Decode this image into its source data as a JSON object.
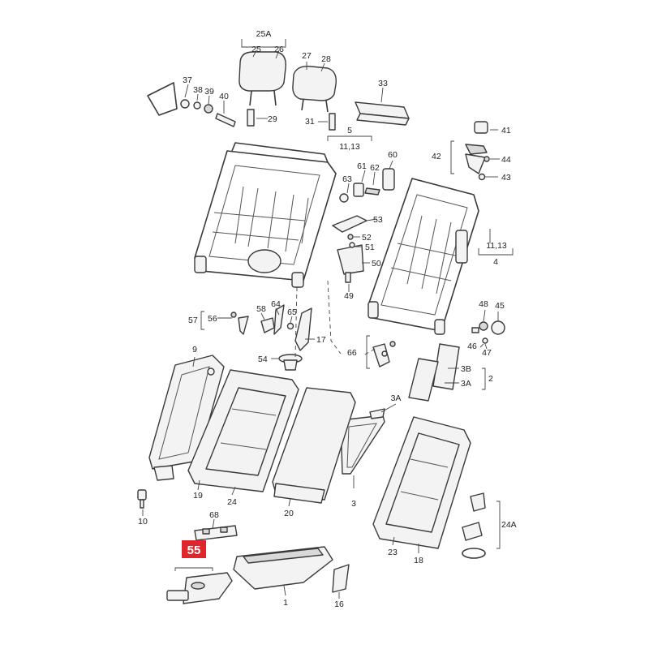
{
  "highlight": {
    "label": "55",
    "color": "#e0262d"
  },
  "callouts": {
    "c1": "1",
    "c3": "3",
    "c3A": "3A",
    "c3A_b": "3A",
    "c3B": "3B",
    "c2": "2",
    "c4": "4",
    "c5": "5",
    "c9": "9",
    "c10": "10",
    "c11_13": "11,13",
    "c11_13_b": "11,13",
    "c16": "16",
    "c17": "17",
    "c18": "18",
    "c19": "19",
    "c20": "20",
    "c23": "23",
    "c24": "24",
    "c24A": "24A",
    "c25": "25",
    "c25A": "25A",
    "c26": "26",
    "c27": "27",
    "c28": "28",
    "c29": "29",
    "c31": "31",
    "c33": "33",
    "c37": "37",
    "c38": "38",
    "c39": "39",
    "c40": "40",
    "c41": "41",
    "c42": "42",
    "c43": "43",
    "c44": "44",
    "c45": "45",
    "c46": "46",
    "c47": "47",
    "c48": "48",
    "c49": "49",
    "c50": "50",
    "c51": "51",
    "c52": "52",
    "c53": "53",
    "c54": "54",
    "c56": "56",
    "c57": "57",
    "c58": "58",
    "c60": "60",
    "c61": "61",
    "c62": "62",
    "c63": "63",
    "c64": "64",
    "c65": "65",
    "c66": "66",
    "c68": "68"
  }
}
